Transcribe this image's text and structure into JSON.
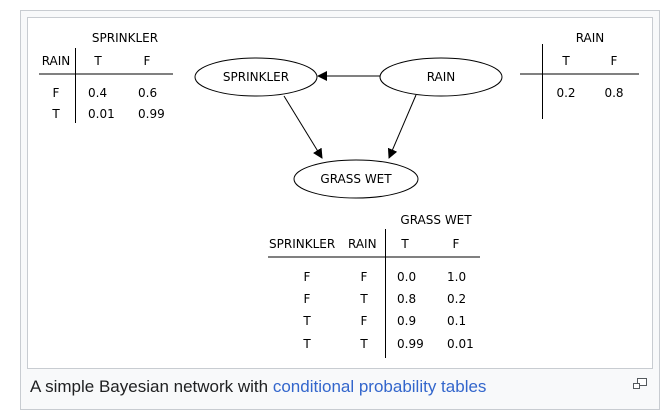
{
  "sprinkler_table": {
    "title": "SPRINKLER",
    "row_header": "RAIN",
    "col_headers": [
      "T",
      "F"
    ],
    "rows": [
      {
        "rain": "F",
        "values": [
          "0.4",
          "0.6"
        ]
      },
      {
        "rain": "T",
        "values": [
          "0.01",
          "0.99"
        ]
      }
    ]
  },
  "rain_table": {
    "title": "RAIN",
    "col_headers": [
      "T",
      "F"
    ],
    "values": [
      "0.2",
      "0.8"
    ]
  },
  "nodes": {
    "sprinkler": "SPRINKLER",
    "rain": "RAIN",
    "grass_wet": "GRASS WET"
  },
  "edges": [
    {
      "from": "RAIN",
      "to": "SPRINKLER"
    },
    {
      "from": "SPRINKLER",
      "to": "GRASS WET"
    },
    {
      "from": "RAIN",
      "to": "GRASS WET"
    }
  ],
  "grass_table": {
    "title": "GRASS WET",
    "row_headers": [
      "SPRINKLER",
      "RAIN"
    ],
    "col_headers": [
      "T",
      "F"
    ],
    "rows": [
      {
        "sprinkler": "F",
        "rain": "F",
        "values": [
          "0.0",
          "1.0"
        ]
      },
      {
        "sprinkler": "F",
        "rain": "T",
        "values": [
          "0.8",
          "0.2"
        ]
      },
      {
        "sprinkler": "T",
        "rain": "F",
        "values": [
          "0.9",
          "0.1"
        ]
      },
      {
        "sprinkler": "T",
        "rain": "T",
        "values": [
          "0.99",
          "0.01"
        ]
      }
    ]
  },
  "caption": {
    "text": "A simple Bayesian network with ",
    "link": "conditional probability tables"
  },
  "enlarge_icon": "enlarge-icon"
}
